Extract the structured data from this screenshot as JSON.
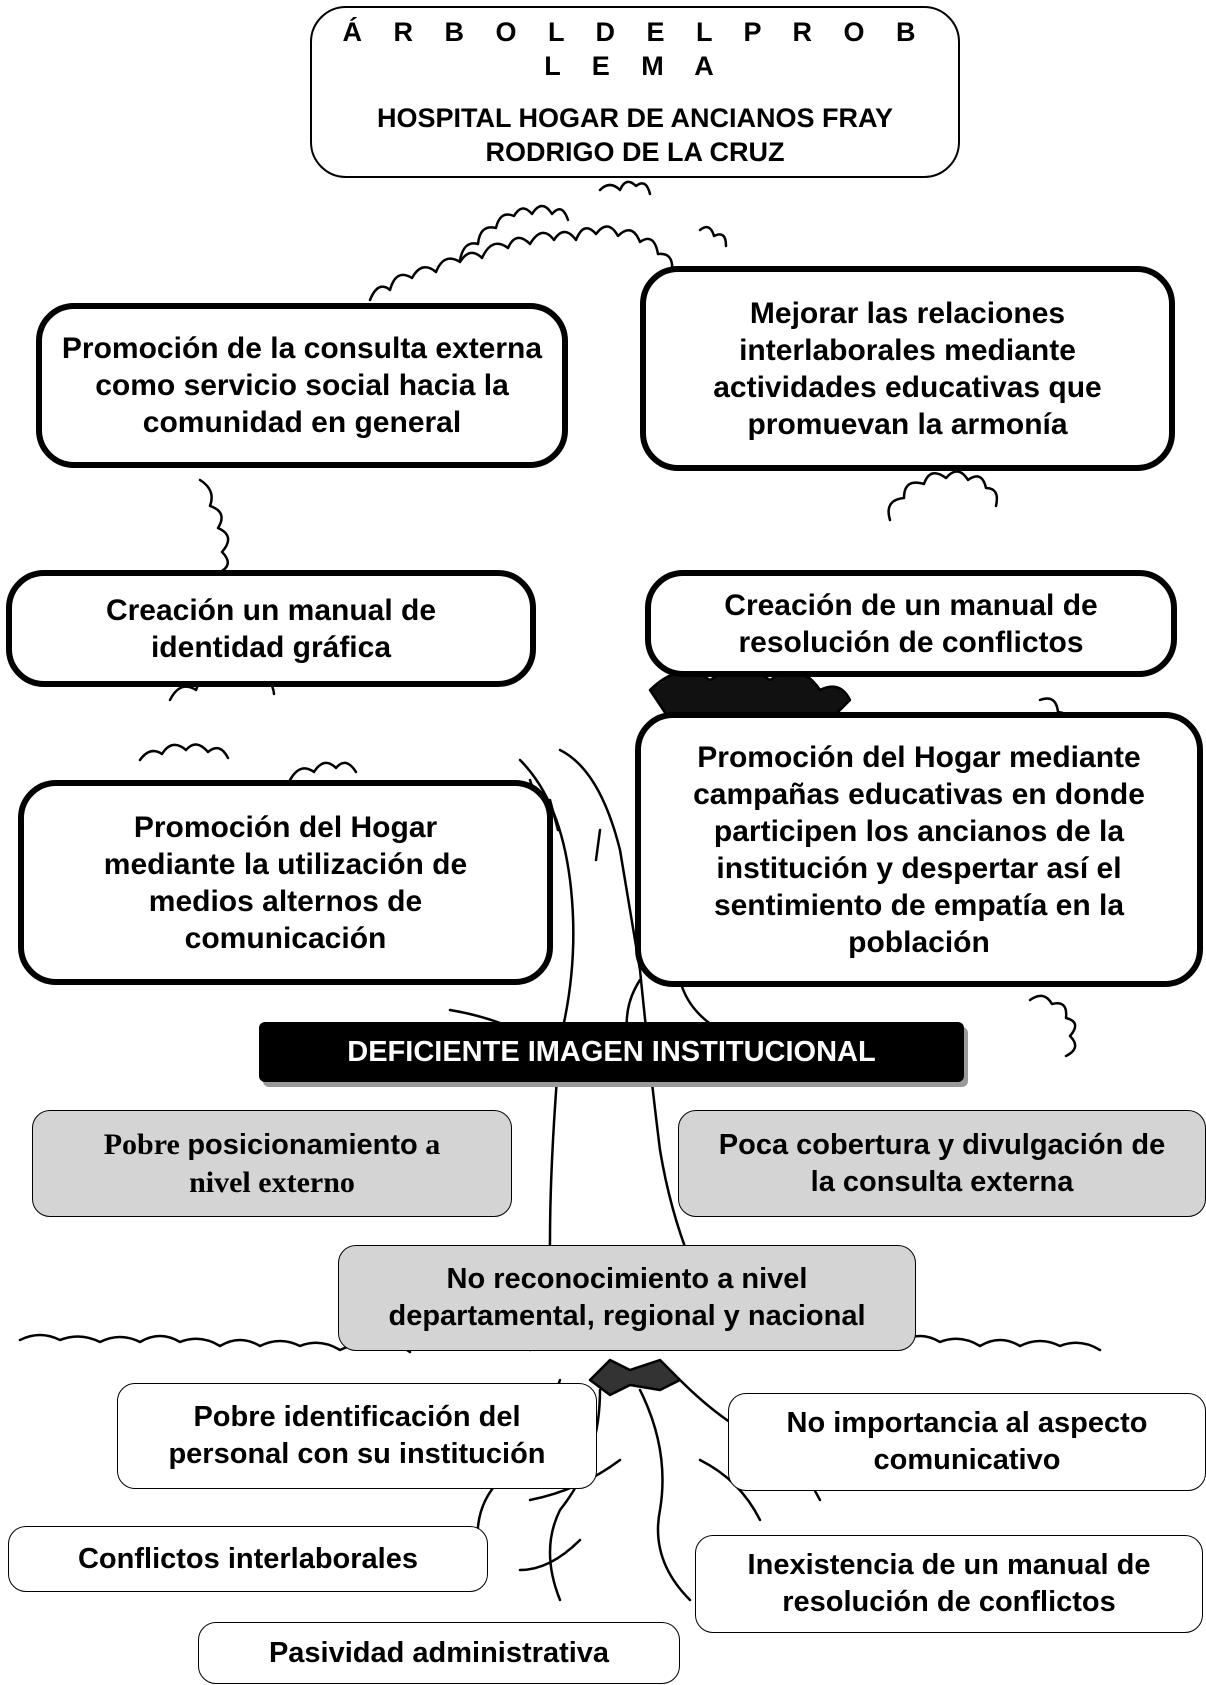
{
  "header": {
    "title": "Á R B O L   D E L   P R O B L E M A",
    "subtitle": "HOSPITAL HOGAR DE ANCIANOS FRAY RODRIGO DE LA CRUZ"
  },
  "solutions": {
    "promocion_consulta": "Promoción de la consulta externa como servicio social hacia la comunidad en general",
    "mejorar_relaciones": "Mejorar las relaciones interlaborales mediante actividades educativas que promuevan la armonía",
    "manual_identidad": "Creación un manual de identidad gráfica",
    "manual_conflictos": "Creación de un manual de resolución de conflictos",
    "medios_alternos": "Promoción del Hogar mediante la utilización de medios alternos de comunicación",
    "campanas_educativas": "Promoción del Hogar mediante campañas educativas en donde participen los ancianos de la institución y despertar así el sentimiento de empatía en la población"
  },
  "central_problem": "DEFICIENTE IMAGEN INSTITUCIONAL",
  "effects": {
    "posicionamiento": {
      "part1": "Pobre ",
      "part2": "posicionamiento",
      "part3": " a nivel externo"
    },
    "cobertura": "Poca cobertura y divulgación de la consulta externa",
    "reconocimiento": "No reconocimiento a nivel departamental, regional y nacional"
  },
  "causes": {
    "identificacion": "Pobre identificación del personal con su institución",
    "comunicativo": "No importancia al aspecto comunicativo",
    "conflictos": "Conflictos interlaborales",
    "manual_inexistente": "Inexistencia de un manual de resolución de conflictos",
    "pasividad": "Pasividad administrativa"
  },
  "colors": {
    "effect_fill": "#d4d4d4",
    "problem_fill": "#000000",
    "problem_text": "#ffffff"
  }
}
